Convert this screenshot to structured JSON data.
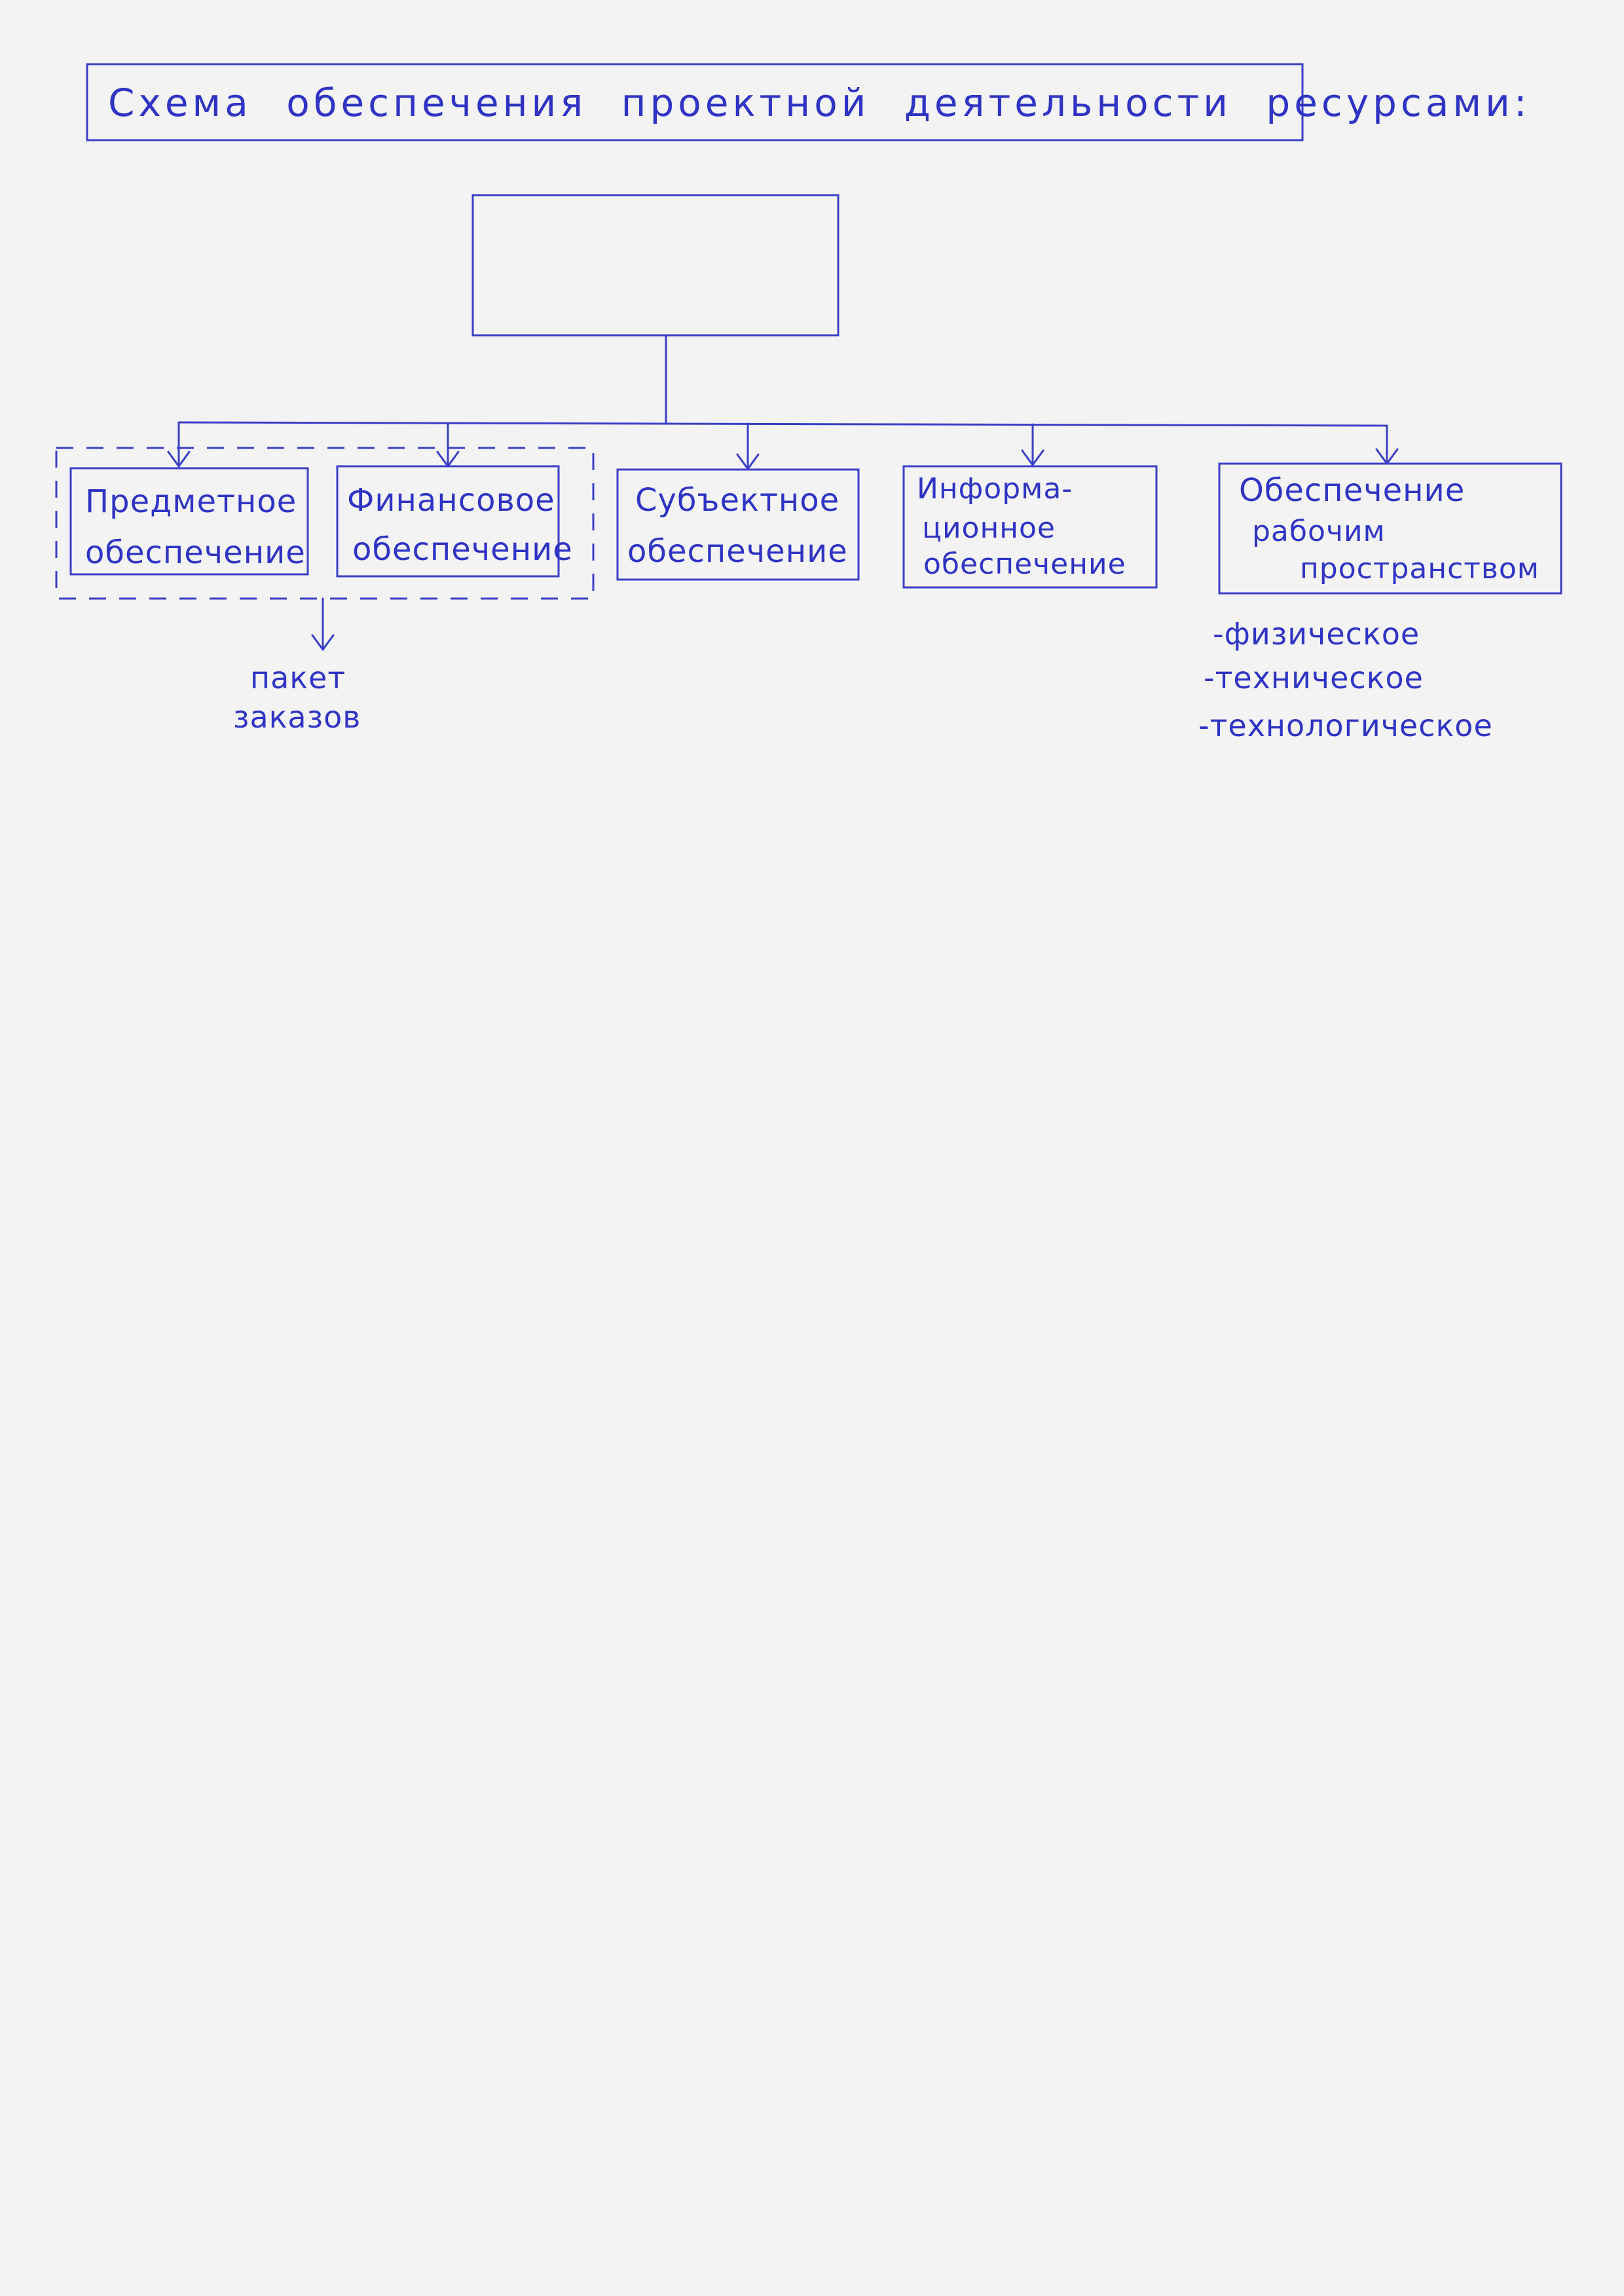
{
  "title": "Схема обеспечения проектной деятельности ресурсами:",
  "root": {
    "label": ""
  },
  "boxes": [
    {
      "id": "predmetnoe",
      "line1": "Предметное",
      "line2": "обеспечение",
      "line3": ""
    },
    {
      "id": "finansovoe",
      "line1": "Финансовое",
      "line2": "обеспечение",
      "line3": ""
    },
    {
      "id": "subektnoe",
      "line1": "Субъектное",
      "line2": "обеспечение",
      "line3": ""
    },
    {
      "id": "informacionnoe",
      "line1": "Информа-",
      "line2": "ционное",
      "line3": "обеспечение"
    },
    {
      "id": "rabochee",
      "line1": "Обеспечение",
      "line2": "рабочим",
      "line3": "пространством"
    }
  ],
  "group_output": {
    "line1": "пакет",
    "line2": "заказов"
  },
  "workspace_subtypes": [
    "-физическое",
    "-техническое",
    "-технологическое"
  ],
  "colors": {
    "ink": "#3a3fc7",
    "paper": "#f3f3f3"
  }
}
